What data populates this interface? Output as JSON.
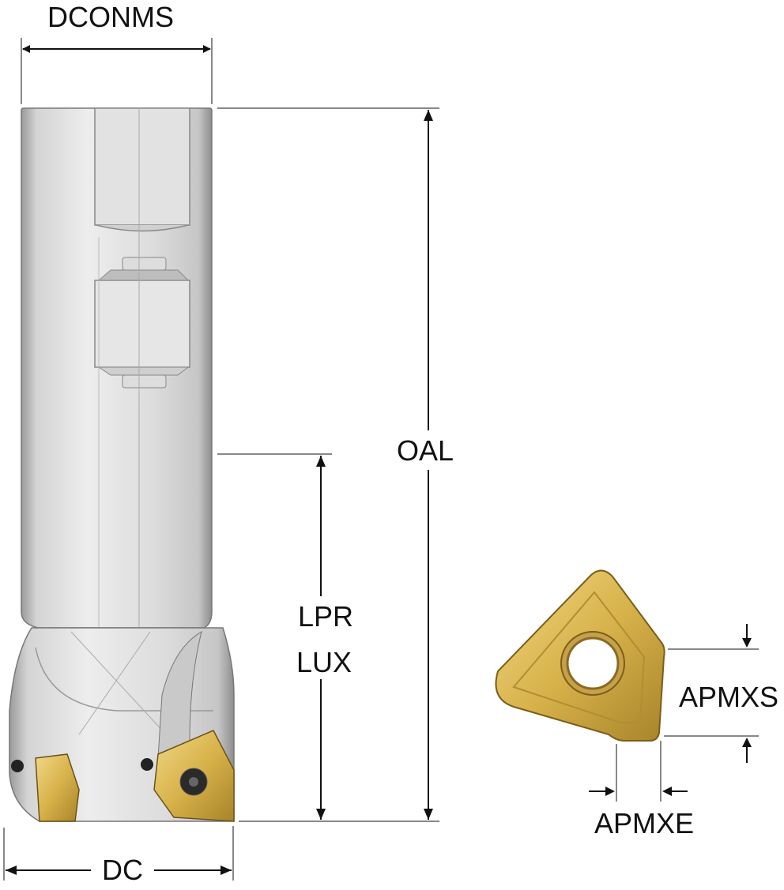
{
  "labels": {
    "dconms": "DCONMS",
    "oal": "OAL",
    "lpr": "LPR",
    "lux": "LUX",
    "dc": "DC",
    "apmxs": "APMXS",
    "apmxe": "APMXE"
  },
  "colors": {
    "body_steel": "#d9d9d9",
    "insert_gold": "#d8b24a",
    "dimension_lines": "#111111"
  }
}
